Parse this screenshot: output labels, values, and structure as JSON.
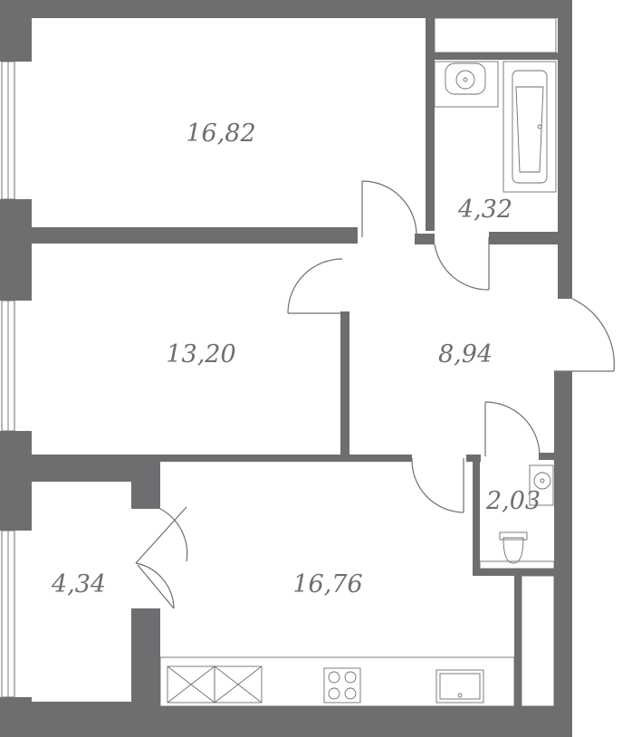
{
  "plan": {
    "rooms": [
      {
        "id": "bedroom-large",
        "area": "16,82"
      },
      {
        "id": "bedroom-small",
        "area": "13,20"
      },
      {
        "id": "hallway",
        "area": "8,94"
      },
      {
        "id": "bathroom",
        "area": "4,32"
      },
      {
        "id": "wc",
        "area": "2,03"
      },
      {
        "id": "loggia",
        "area": "4,34"
      },
      {
        "id": "kitchen-living",
        "area": "16,76"
      }
    ]
  }
}
